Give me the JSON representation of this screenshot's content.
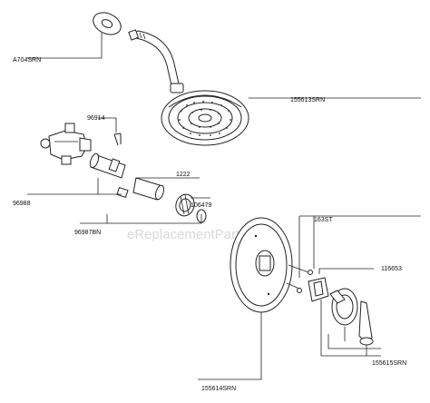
{
  "diagram": {
    "labels": {
      "a704srn": "A704SRN",
      "p155613srn": "155613SRN",
      "p96914": "96914",
      "p1222": "1222",
      "p96988": "96988",
      "p106479": "106479",
      "p96987bn": "96987BN",
      "p163st": "163ST",
      "p116653": "116653",
      "p155615srn": "155615SRN",
      "p155614srn": "155614SRN"
    },
    "watermark": "eReplacementParts.com"
  }
}
